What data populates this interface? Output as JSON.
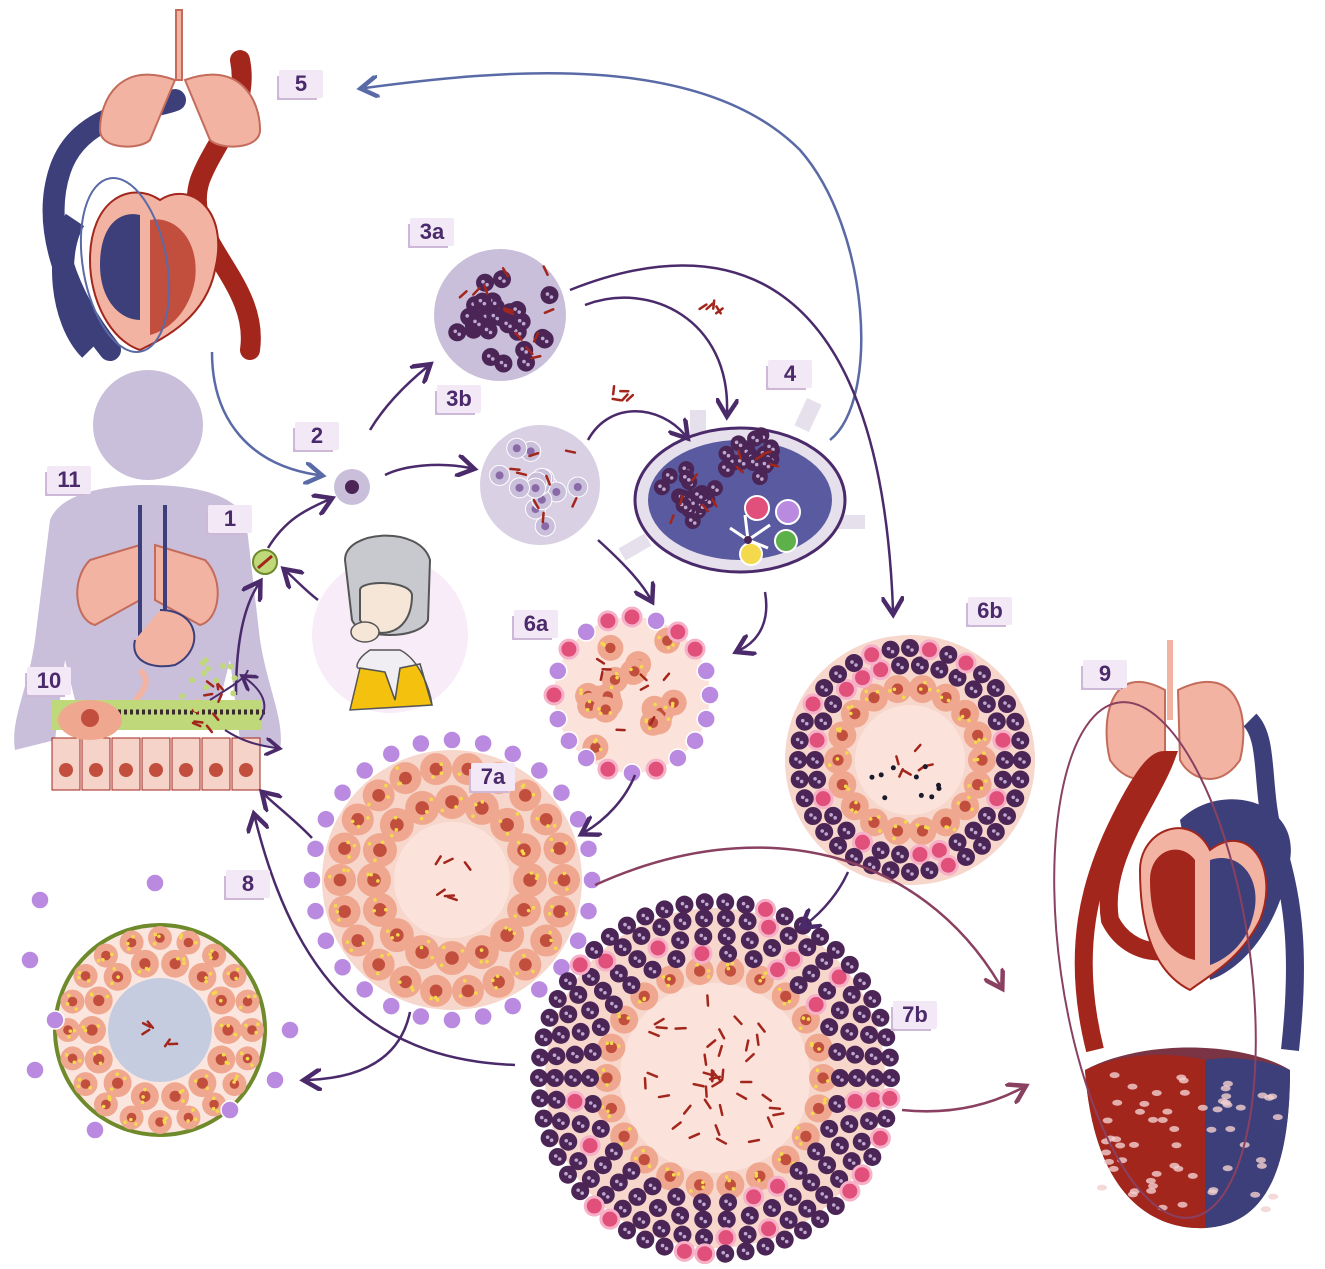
{
  "labels": {
    "l1": "1",
    "l2": "2",
    "l3a": "3a",
    "l3b": "3b",
    "l4": "4",
    "l5": "5",
    "l6a": "6a",
    "l6b": "6b",
    "l7a": "7a",
    "l7b": "7b",
    "l8": "8",
    "l9": "9",
    "l10": "10",
    "l11": "11"
  },
  "colors": {
    "arrow_purple": "#4a2a6a",
    "arrow_blue": "#5a6aa6",
    "arrow_maroon": "#8a4060",
    "lung_pink": "#f2b3a3",
    "artery_red": "#a3261c",
    "vein_blue": "#3c3f7a",
    "body_lilac": "#c9bfda",
    "macrophage_peach": "#efa88f",
    "lymphocyte_purple": "#b98ae0",
    "neutrophil_dark": "#4a2555",
    "granuloma_core": "#fbe3dc",
    "capsule_green": "#6e8a2b",
    "bacteria_red": "#a3261c",
    "lipid_yellow": "#f5d94c"
  }
}
